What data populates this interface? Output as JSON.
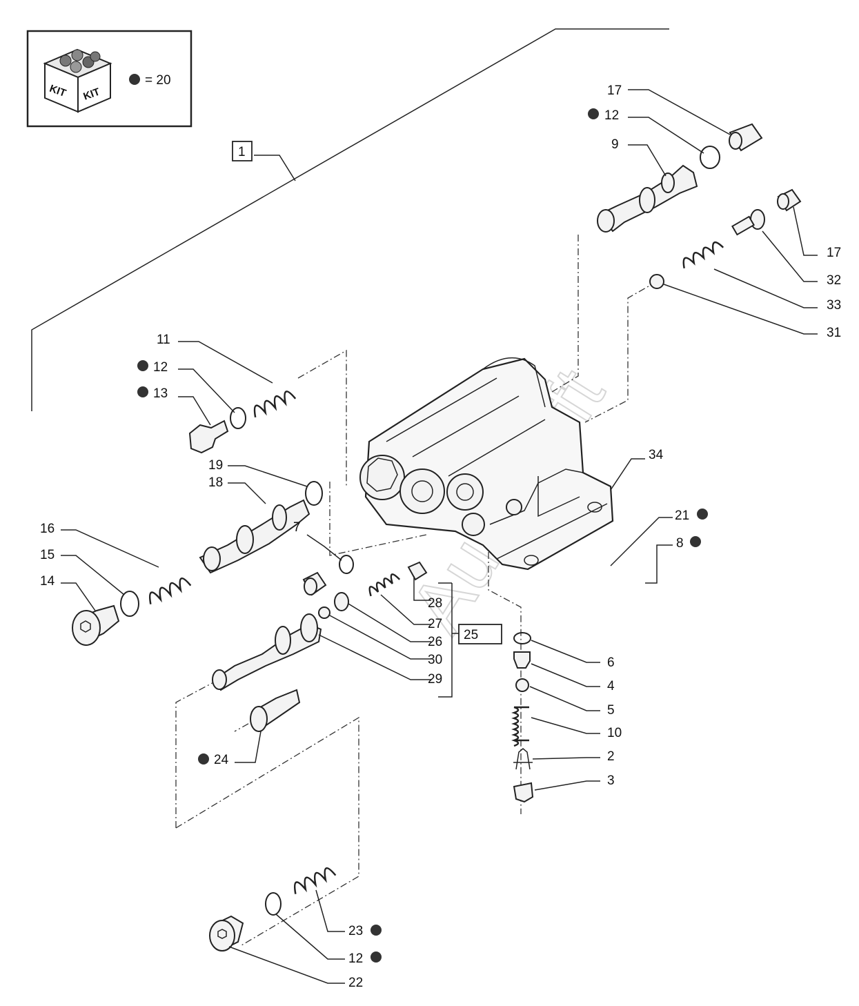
{
  "kit_box": {
    "kit_text_left": "KIT",
    "kit_text_right": "KIT",
    "legend": "= 20"
  },
  "callouts": {
    "c1": "1",
    "c2": "2",
    "c3": "3",
    "c4": "4",
    "c5": "5",
    "c6": "6",
    "c7": "7",
    "c8": "8",
    "c9": "9",
    "c10": "10",
    "c11": "11",
    "c12a": "12",
    "c12b": "12",
    "c12c": "12",
    "c13": "13",
    "c14": "14",
    "c15": "15",
    "c16": "16",
    "c17a": "17",
    "c17b": "17",
    "c18": "18",
    "c19": "19",
    "c21": "21",
    "c22": "22",
    "c23": "23",
    "c24": "24",
    "c25": "25",
    "c26": "26",
    "c27": "27",
    "c28": "28",
    "c29": "29",
    "c30": "30",
    "c31": "31",
    "c32": "32",
    "c33": "33",
    "c34": "34"
  },
  "watermark": "AutoSoft",
  "colors": {
    "line": "#222222",
    "marker": "#333333"
  }
}
